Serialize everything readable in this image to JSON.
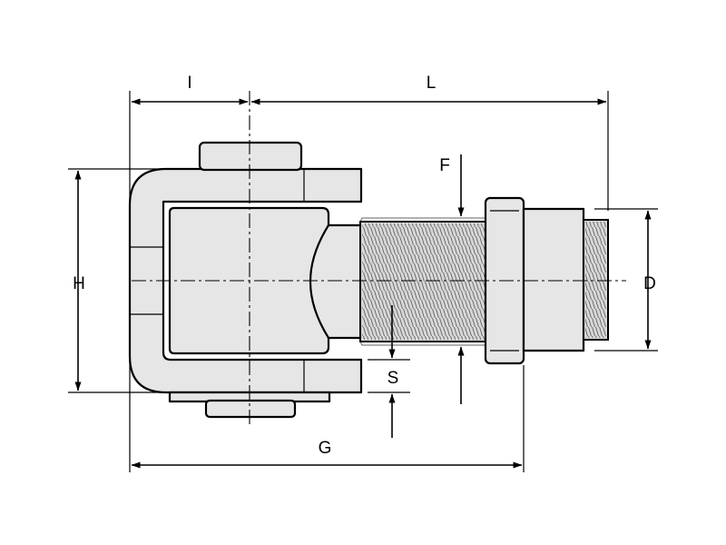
{
  "labels": {
    "I": "I",
    "L": "L",
    "F": "F",
    "H": "H",
    "D": "D",
    "S": "S",
    "G": "G"
  },
  "colors": {
    "part_fill": "#e6e6e6",
    "line": "#000000",
    "background": "#ffffff"
  }
}
